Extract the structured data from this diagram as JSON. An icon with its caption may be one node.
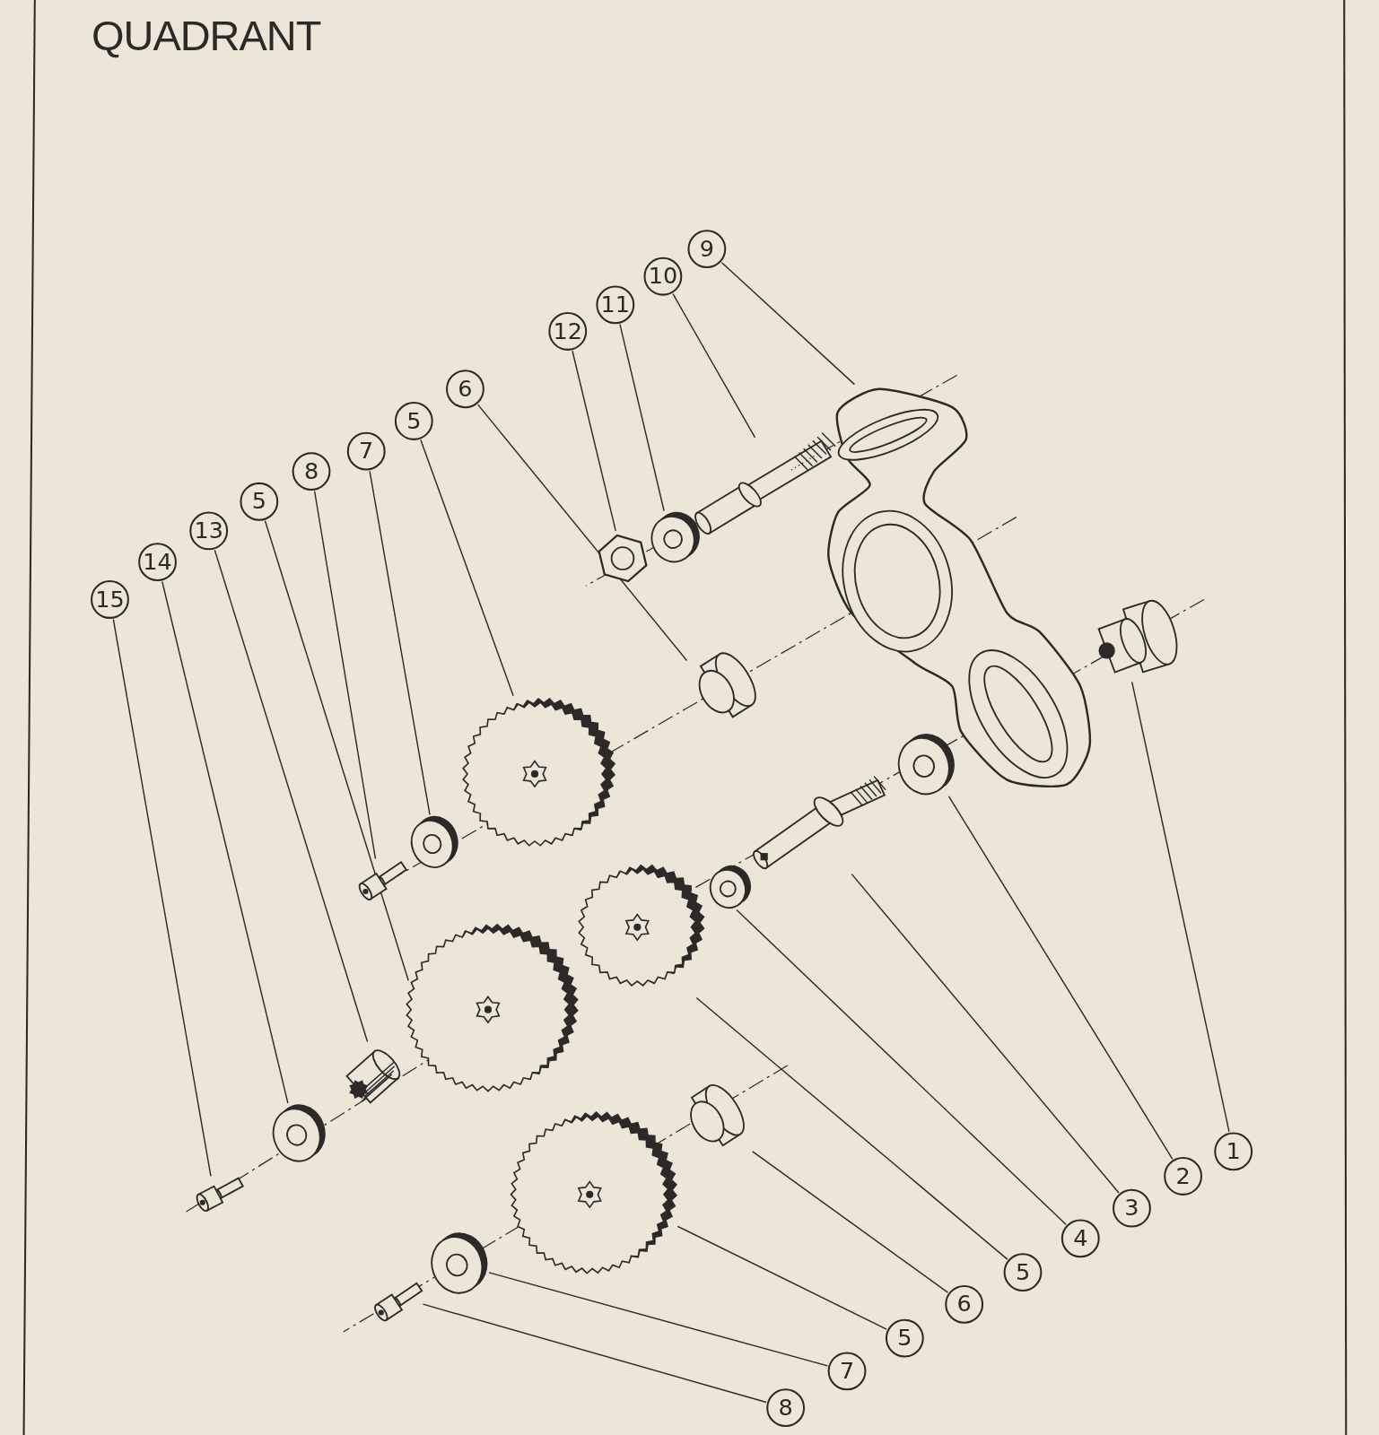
{
  "diagram": {
    "title": "QUADRANT",
    "nodes": [
      {
        "text": [
          "9"
        ]
      },
      {
        "text": [
          "10"
        ]
      },
      {
        "text": [
          "11"
        ]
      },
      {
        "text": [
          "12"
        ]
      },
      {
        "text": [
          "6"
        ]
      },
      {
        "text": [
          "5"
        ]
      },
      {
        "text": [
          "7"
        ]
      },
      {
        "text": [
          "8"
        ]
      },
      {
        "text": [
          "5"
        ]
      },
      {
        "text": [
          "13"
        ]
      },
      {
        "text": [
          "14"
        ]
      },
      {
        "text": [
          "15"
        ]
      },
      {
        "text": [
          "1"
        ]
      },
      {
        "text": [
          "2"
        ]
      },
      {
        "text": [
          "3"
        ]
      },
      {
        "text": [
          "4"
        ]
      },
      {
        "text": [
          "5"
        ]
      },
      {
        "text": [
          "6"
        ]
      },
      {
        "text": [
          "5"
        ]
      },
      {
        "text": [
          "7"
        ]
      },
      {
        "text": [
          "8"
        ]
      },
      {
        "text": [],
        "shape": "picture"
      },
      {
        "text": [],
        "shape": "picture"
      },
      {
        "text": [],
        "shape": "picture"
      },
      {
        "text": [],
        "shape": "picture"
      },
      {
        "text": [],
        "shape": "picture"
      },
      {
        "text": [],
        "shape": "picture"
      },
      {
        "text": [],
        "shape": "picture"
      },
      {
        "text": [],
        "shape": "picture"
      },
      {
        "text": [],
        "shape": "picture"
      },
      {
        "text": [],
        "shape": "picture"
      },
      {
        "text": [],
        "shape": "picture"
      },
      {
        "text": [],
        "shape": "picture"
      },
      {
        "text": [],
        "shape": "picture"
      },
      {
        "text": [],
        "shape": "picture"
      },
      {
        "text": [],
        "shape": "picture"
      },
      {
        "text": [],
        "shape": "picture"
      },
      {
        "text": [],
        "shape": "picture"
      },
      {
        "text": [],
        "shape": "picture"
      },
      {
        "text": [],
        "shape": "picture"
      },
      {
        "text": [],
        "shape": "picture"
      },
      {
        "text": [],
        "shape": "picture"
      }
    ],
    "edges": [
      {
        "from": 0,
        "to": 21,
        "arrow": "none"
      },
      {
        "from": 1,
        "to": 22,
        "arrow": "none"
      },
      {
        "from": 2,
        "to": 23,
        "arrow": "none"
      },
      {
        "from": 3,
        "to": 24,
        "arrow": "none"
      },
      {
        "from": 4,
        "to": 25,
        "arrow": "none"
      },
      {
        "from": 5,
        "to": 30,
        "arrow": "none"
      },
      {
        "from": 6,
        "to": 35,
        "arrow": "none"
      },
      {
        "from": 7,
        "to": 36,
        "arrow": "none"
      },
      {
        "from": 8,
        "to": 32,
        "arrow": "none"
      },
      {
        "from": 9,
        "to": 39,
        "arrow": "none"
      },
      {
        "from": 10,
        "to": 40,
        "arrow": "none"
      },
      {
        "from": 11,
        "to": 41,
        "arrow": "none"
      },
      {
        "from": 12,
        "to": 26,
        "arrow": "none"
      },
      {
        "from": 13,
        "to": 27,
        "arrow": "none"
      },
      {
        "from": 14,
        "to": 28,
        "arrow": "none"
      },
      {
        "from": 15,
        "to": 29,
        "arrow": "none"
      },
      {
        "from": 16,
        "to": 31,
        "arrow": "none"
      },
      {
        "from": 17,
        "to": 34,
        "arrow": "none"
      },
      {
        "from": 18,
        "to": 33,
        "arrow": "none"
      },
      {
        "from": 19,
        "to": 37,
        "arrow": "none"
      },
      {
        "from": 20,
        "to": 38,
        "arrow": "none"
      }
    ]
  }
}
